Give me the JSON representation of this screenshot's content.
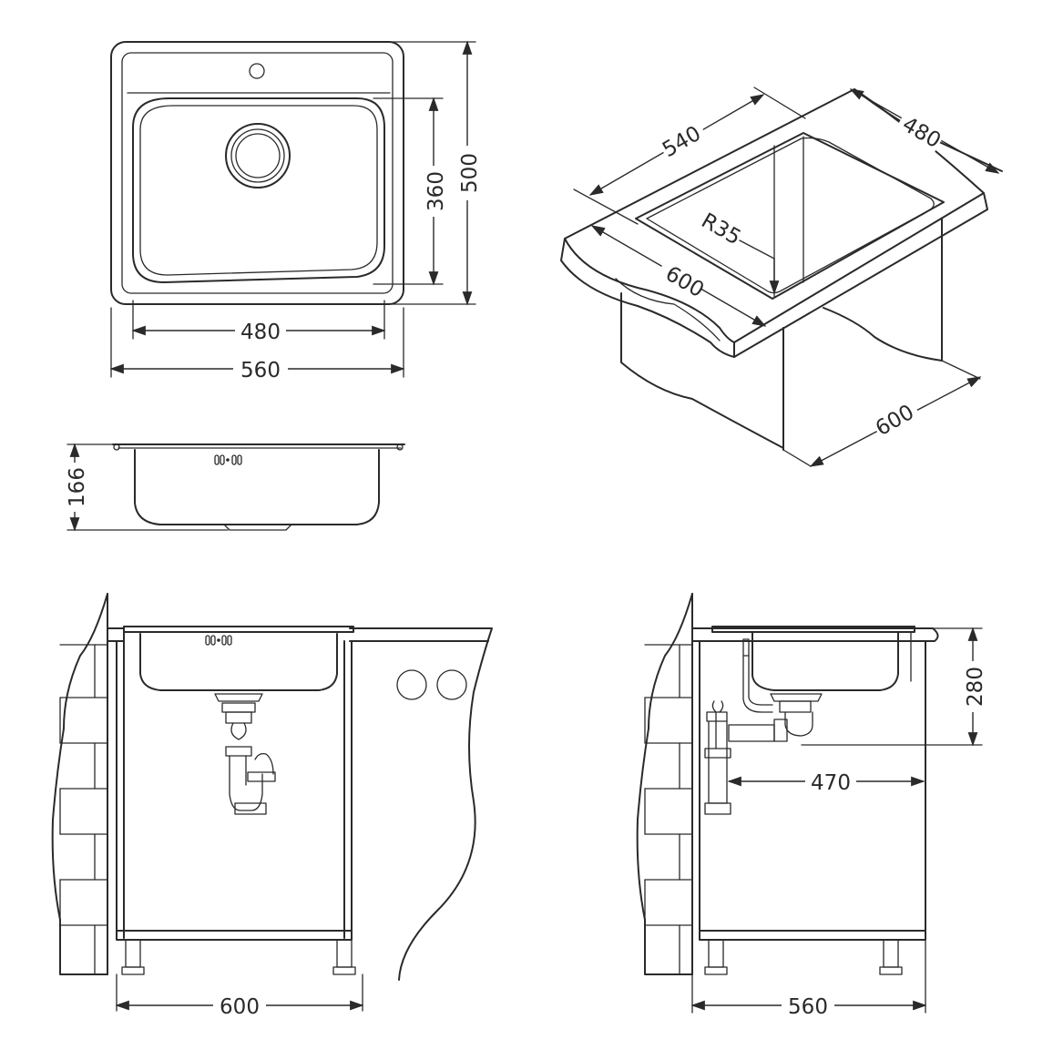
{
  "top_view": {
    "inner_width": "480",
    "outer_width": "560",
    "inner_depth": "360",
    "outer_depth": "500"
  },
  "side_view": {
    "height": "166"
  },
  "perspective": {
    "sink_width": "540",
    "sink_depth": "480",
    "radius": "R35",
    "cabinet_width": "600",
    "cabinet_depth": "600"
  },
  "front_install": {
    "cabinet_width": "600"
  },
  "side_install": {
    "bowl_height": "280",
    "drain_offset": "470",
    "cabinet_depth": "560"
  },
  "colors": {
    "line": "#2a2a2a",
    "background": "#ffffff"
  }
}
